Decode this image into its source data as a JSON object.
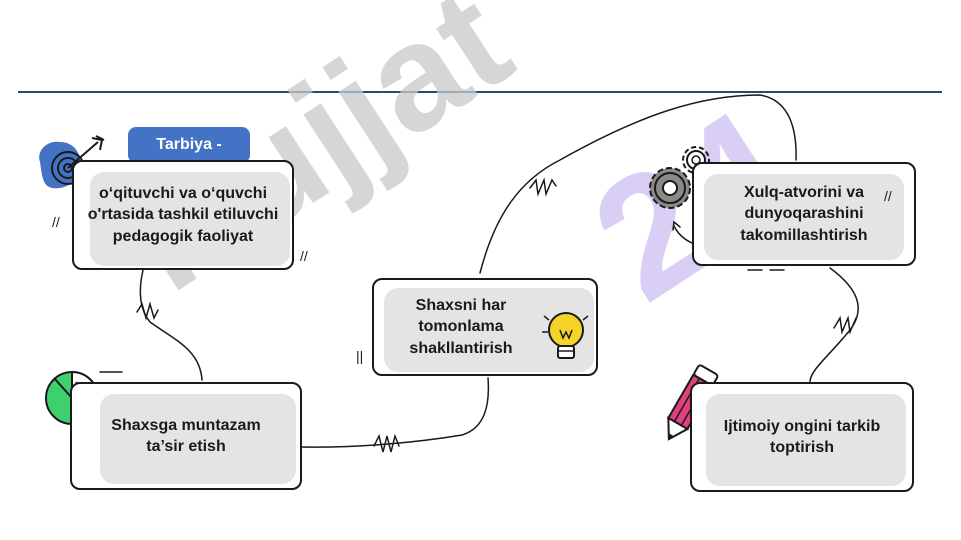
{
  "watermark": {
    "left_text": "Hujjat",
    "right_text": "24"
  },
  "pill": {
    "label": "Tarbiya -"
  },
  "cards": {
    "definition": "o‘qituvchi  va o‘quvchi  o'rtasida tashkil etiluvchi pedagogik faoliyat",
    "influence": "Shaxsga muntazam ta’sir etish",
    "development": "Shaxsni har tomonlama shakllantirish",
    "worldview": "Xulq-atvorini va dunyoqarashini takomillashtirish",
    "consciousness": "Ijtimoiy ongini tarkib toptirish"
  },
  "colors": {
    "rule": "#1f4e79",
    "pill": "#4472c4",
    "target": "#4472c4",
    "pie": "#3ecf6e",
    "bulb": "#f5d32a",
    "pencil": "#e0407f",
    "watermark_right": "#cdbff2"
  }
}
